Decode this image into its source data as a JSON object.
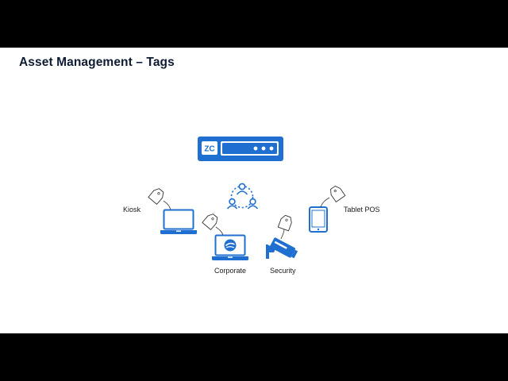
{
  "slide": {
    "title": "Asset Management – Tags"
  },
  "server": {
    "logo_text": "ZC",
    "icon": "server-appliance-icon"
  },
  "devices": [
    {
      "label": "Kiosk",
      "icon": "laptop-icon",
      "tag_icon": "tag-icon"
    },
    {
      "label": "Corporate",
      "icon": "laptop-with-logo-icon",
      "tag_icon": "tag-icon"
    },
    {
      "label": "Security",
      "icon": "security-camera-icon",
      "tag_icon": "tag-icon"
    },
    {
      "label": "Tablet POS",
      "icon": "tablet-icon",
      "tag_icon": "tag-icon"
    }
  ],
  "group": {
    "icon": "user-group-icon"
  },
  "colors": {
    "accent": "#1f6fd1",
    "title_text": "#0d1b33",
    "letterbox": "#000000",
    "background": "#ffffff"
  }
}
